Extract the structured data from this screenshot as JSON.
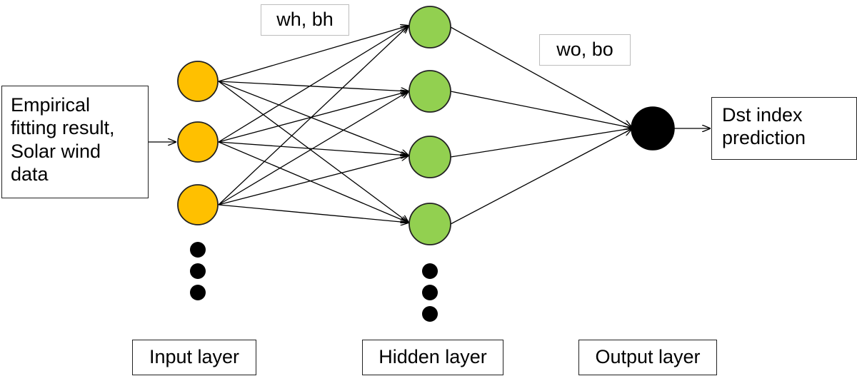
{
  "input_box": {
    "text": "Empirical\nfitting result,\nSolar wind\ndata"
  },
  "output_box": {
    "text": "Dst index\nprediction"
  },
  "weights": {
    "hidden_label": "wh, bh",
    "output_label": "wo, bo"
  },
  "layer_labels": {
    "input": "Input layer",
    "hidden": "Hidden layer",
    "output": "Output layer"
  },
  "colors": {
    "input_node": "#FFC000",
    "hidden_node": "#92D050",
    "output_node": "#000000",
    "edge": "#000000"
  }
}
